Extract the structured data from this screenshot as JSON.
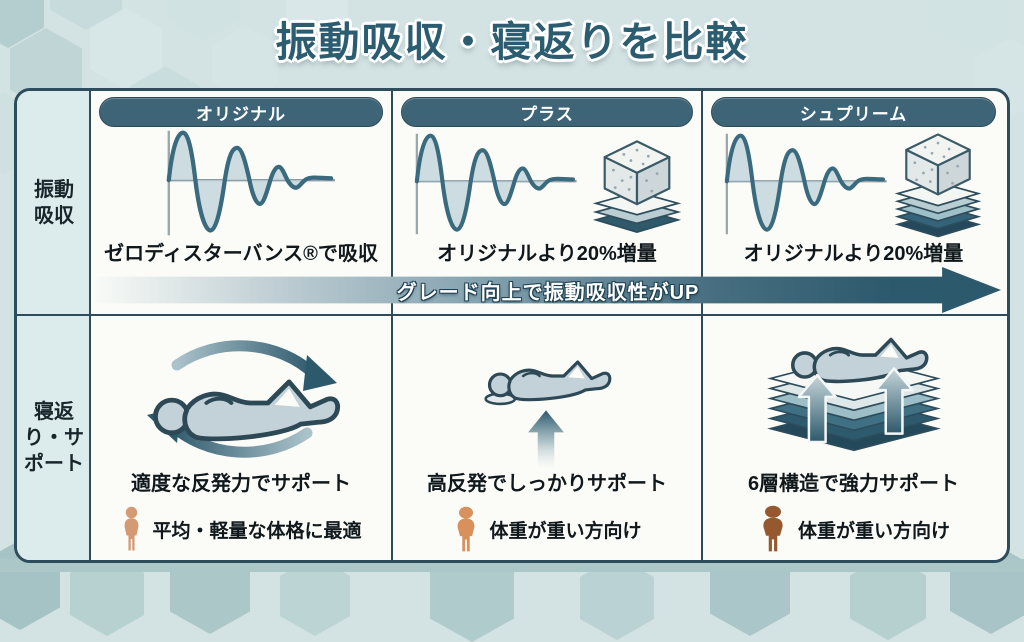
{
  "title": "振動吸収・寝返りを比較",
  "columns": [
    "オリジナル",
    "プラス",
    "シュプリーム"
  ],
  "rows": {
    "vibration": {
      "header": "振動吸収",
      "cells": [
        "ゼロディスターバンス®で吸収",
        "オリジナルより20%増量",
        "オリジナルより20%増量"
      ],
      "arrow_label": "グレード向上で振動吸収性がUP"
    },
    "support": {
      "header": "寝返り・サポート",
      "cells": [
        {
          "caption": "適度な反発力でサポート",
          "audience": "平均・軽量な体格に最適"
        },
        {
          "caption": "高反発でしっかりサポート",
          "audience": "体重が重い方向け"
        },
        {
          "caption": "6層構造で強力サポート",
          "audience": "体重が重い方向け"
        }
      ]
    }
  },
  "icons": {
    "wave": "damped-vibration-wave-icon",
    "cube": "foam-cube-on-layers-icon",
    "rotate": "rotate-arrows-sleeper-icon",
    "up_arrow": "support-up-arrow-icon",
    "stack": "six-layer-stack-icon",
    "person": "body-weight-person-icon"
  },
  "colors": {
    "background": "#d3e2e3",
    "accent_dark": "#2e4d5c",
    "pill": "#3e6577",
    "title": "#2b5c70",
    "wave_stroke": "#3a6a7d",
    "wave_fill": "#c3d6dd",
    "banner_dark": "#2d596c",
    "person_light": "#d49a74",
    "person_medium": "#d8915c",
    "person_heavy": "#96582f"
  }
}
